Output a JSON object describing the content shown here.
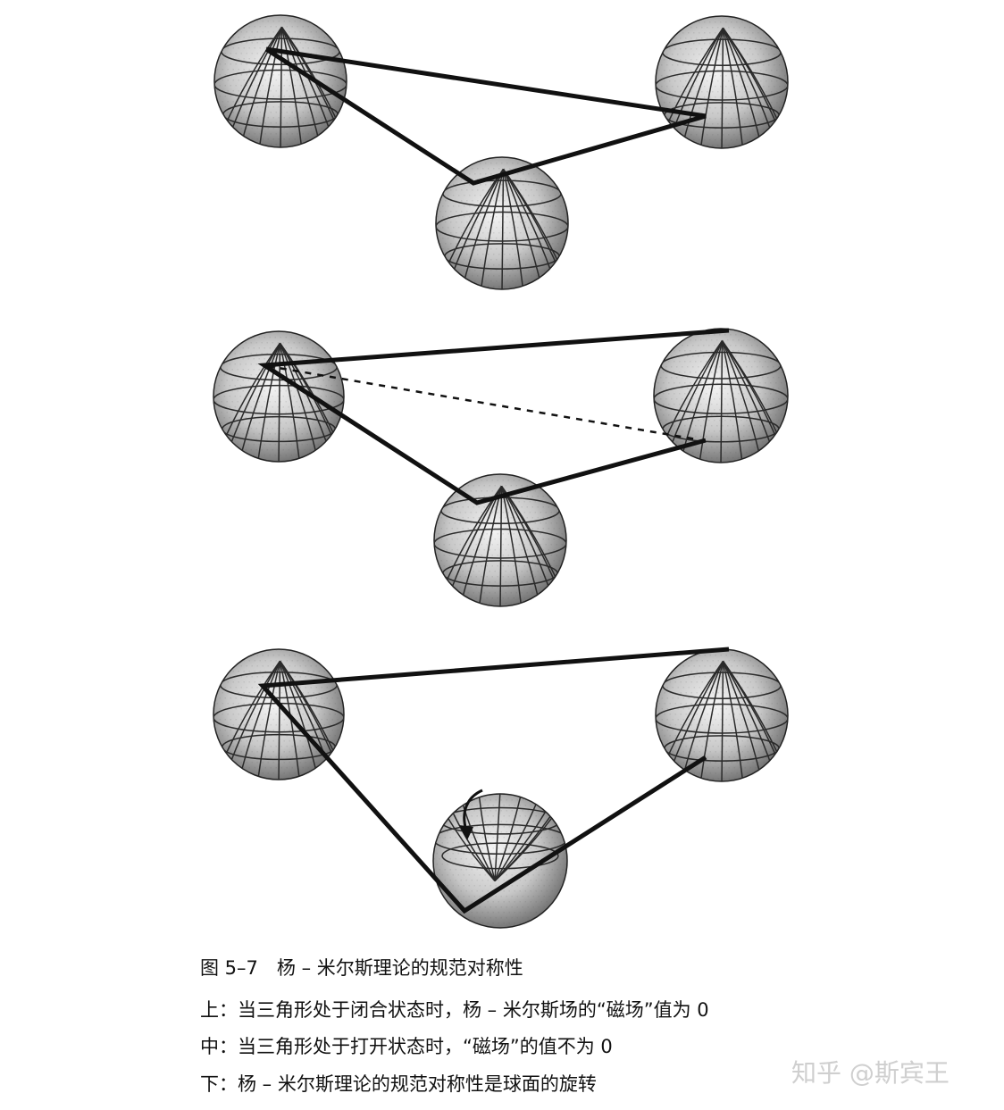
{
  "caption": {
    "title": "图 5–7　杨 – 米尔斯理论的规范对称性",
    "top": "上：当三角形处于闭合状态时，杨 – 米尔斯场的“磁场”值为 0",
    "middle": "中：当三角形处于打开状态时，“磁场”的值不为 0",
    "bottom": "下：杨 – 米尔斯理论的规范对称性是球面的旋转"
  },
  "watermark": "知乎 @斯宾王",
  "colors": {
    "line": "#111111",
    "sphere_light": "#f4f4f4",
    "sphere_dark": "#6a6a6a",
    "grid": "#2a2a2a"
  }
}
